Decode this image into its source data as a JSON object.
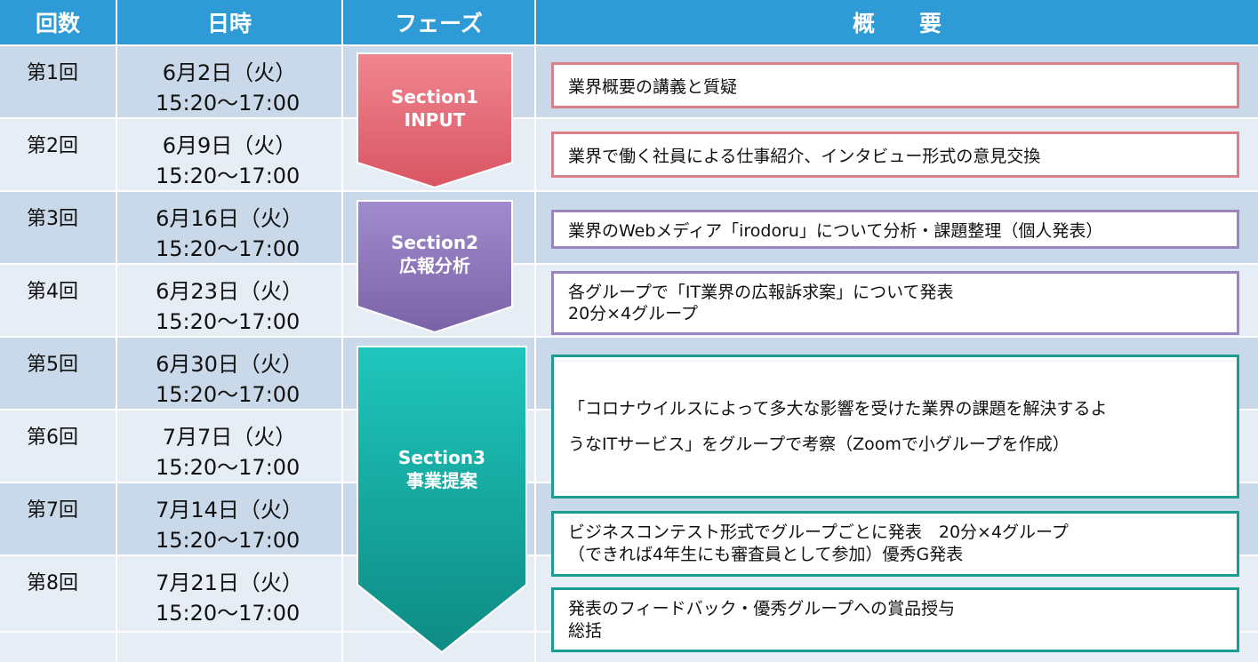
{
  "header": {
    "round": "回数",
    "datetime": "日時",
    "phase": "フェーズ",
    "summary": "概　　要"
  },
  "rows": [
    {
      "round": "第1回",
      "date": "6月2日（火）",
      "time": "15:20～17:00"
    },
    {
      "round": "第2回",
      "date": "6月9日（火）",
      "time": "15:20～17:00"
    },
    {
      "round": "第3回",
      "date": "6月16日（火）",
      "time": "15:20～17:00"
    },
    {
      "round": "第4回",
      "date": "6月23日（火）",
      "time": "15:20～17:00"
    },
    {
      "round": "第5回",
      "date": "6月30日（火）",
      "time": "15:20～17:00"
    },
    {
      "round": "第6回",
      "date": "7月7日（火）",
      "time": "15:20～17:00"
    },
    {
      "round": "第7回",
      "date": "7月14日（火）",
      "time": "15:20～17:00"
    },
    {
      "round": "第8回",
      "date": "7月21日（火）",
      "time": "15:20～17:00"
    }
  ],
  "phases": [
    {
      "line1": "Section1",
      "line2": "INPUT",
      "color": "#e8707a"
    },
    {
      "line1": "Section2",
      "line2": "広報分析",
      "color": "#9078b8"
    },
    {
      "line1": "Section3",
      "line2": "事業提案",
      "color": "#12a9a0"
    }
  ],
  "summaries": [
    {
      "text": "業界概要の講義と質疑",
      "border": "#d9808a"
    },
    {
      "text": "業界で働く社員による仕事紹介、インタビュー形式の意見交換",
      "border": "#d9808a"
    },
    {
      "text": "業界のWebメディア「irodoru」について分析・課題整理（個人発表）",
      "border": "#9a86bf"
    },
    {
      "text": "各グループで「IT業界の広報訴求案」について発表\n20分×4グループ",
      "border": "#9a86bf"
    },
    {
      "text": "「コロナウイルスによって多大な影響を受けた業界の課題を解決するよ\nうなITサービス」をグループで考察（Zoomで小グループを作成）",
      "border": "#1a9c92"
    },
    {
      "text": "ビジネスコンテスト形式でグループごとに発表　20分×4グループ\n（できれば4年生にも審査員として参加）優秀G発表",
      "border": "#1a9c92"
    },
    {
      "text": "発表のフィードバック・優秀グループへの賞品授与\n総括",
      "border": "#1a9c92"
    }
  ]
}
